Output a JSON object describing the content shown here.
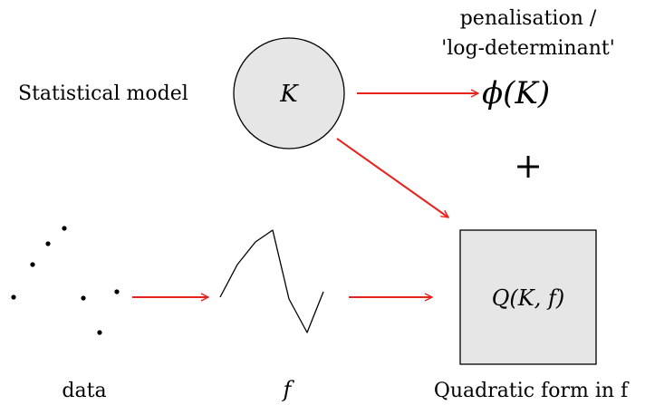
{
  "labels": {
    "penalisation_line1": "penalisation /",
    "penalisation_line2": "'log-determinant'",
    "statistical_model": "Statistical model",
    "kernel_symbol": "K",
    "phi_expr": "ϕ(K)",
    "plus": "+",
    "quadratic_expr": "Q(K, f)",
    "data": "data",
    "f": "f",
    "quadratic_caption": "Quadratic form in f"
  },
  "colors": {
    "arrow": "#e8231c",
    "shape_fill": "#e6e6e6",
    "stroke": "#000000"
  }
}
